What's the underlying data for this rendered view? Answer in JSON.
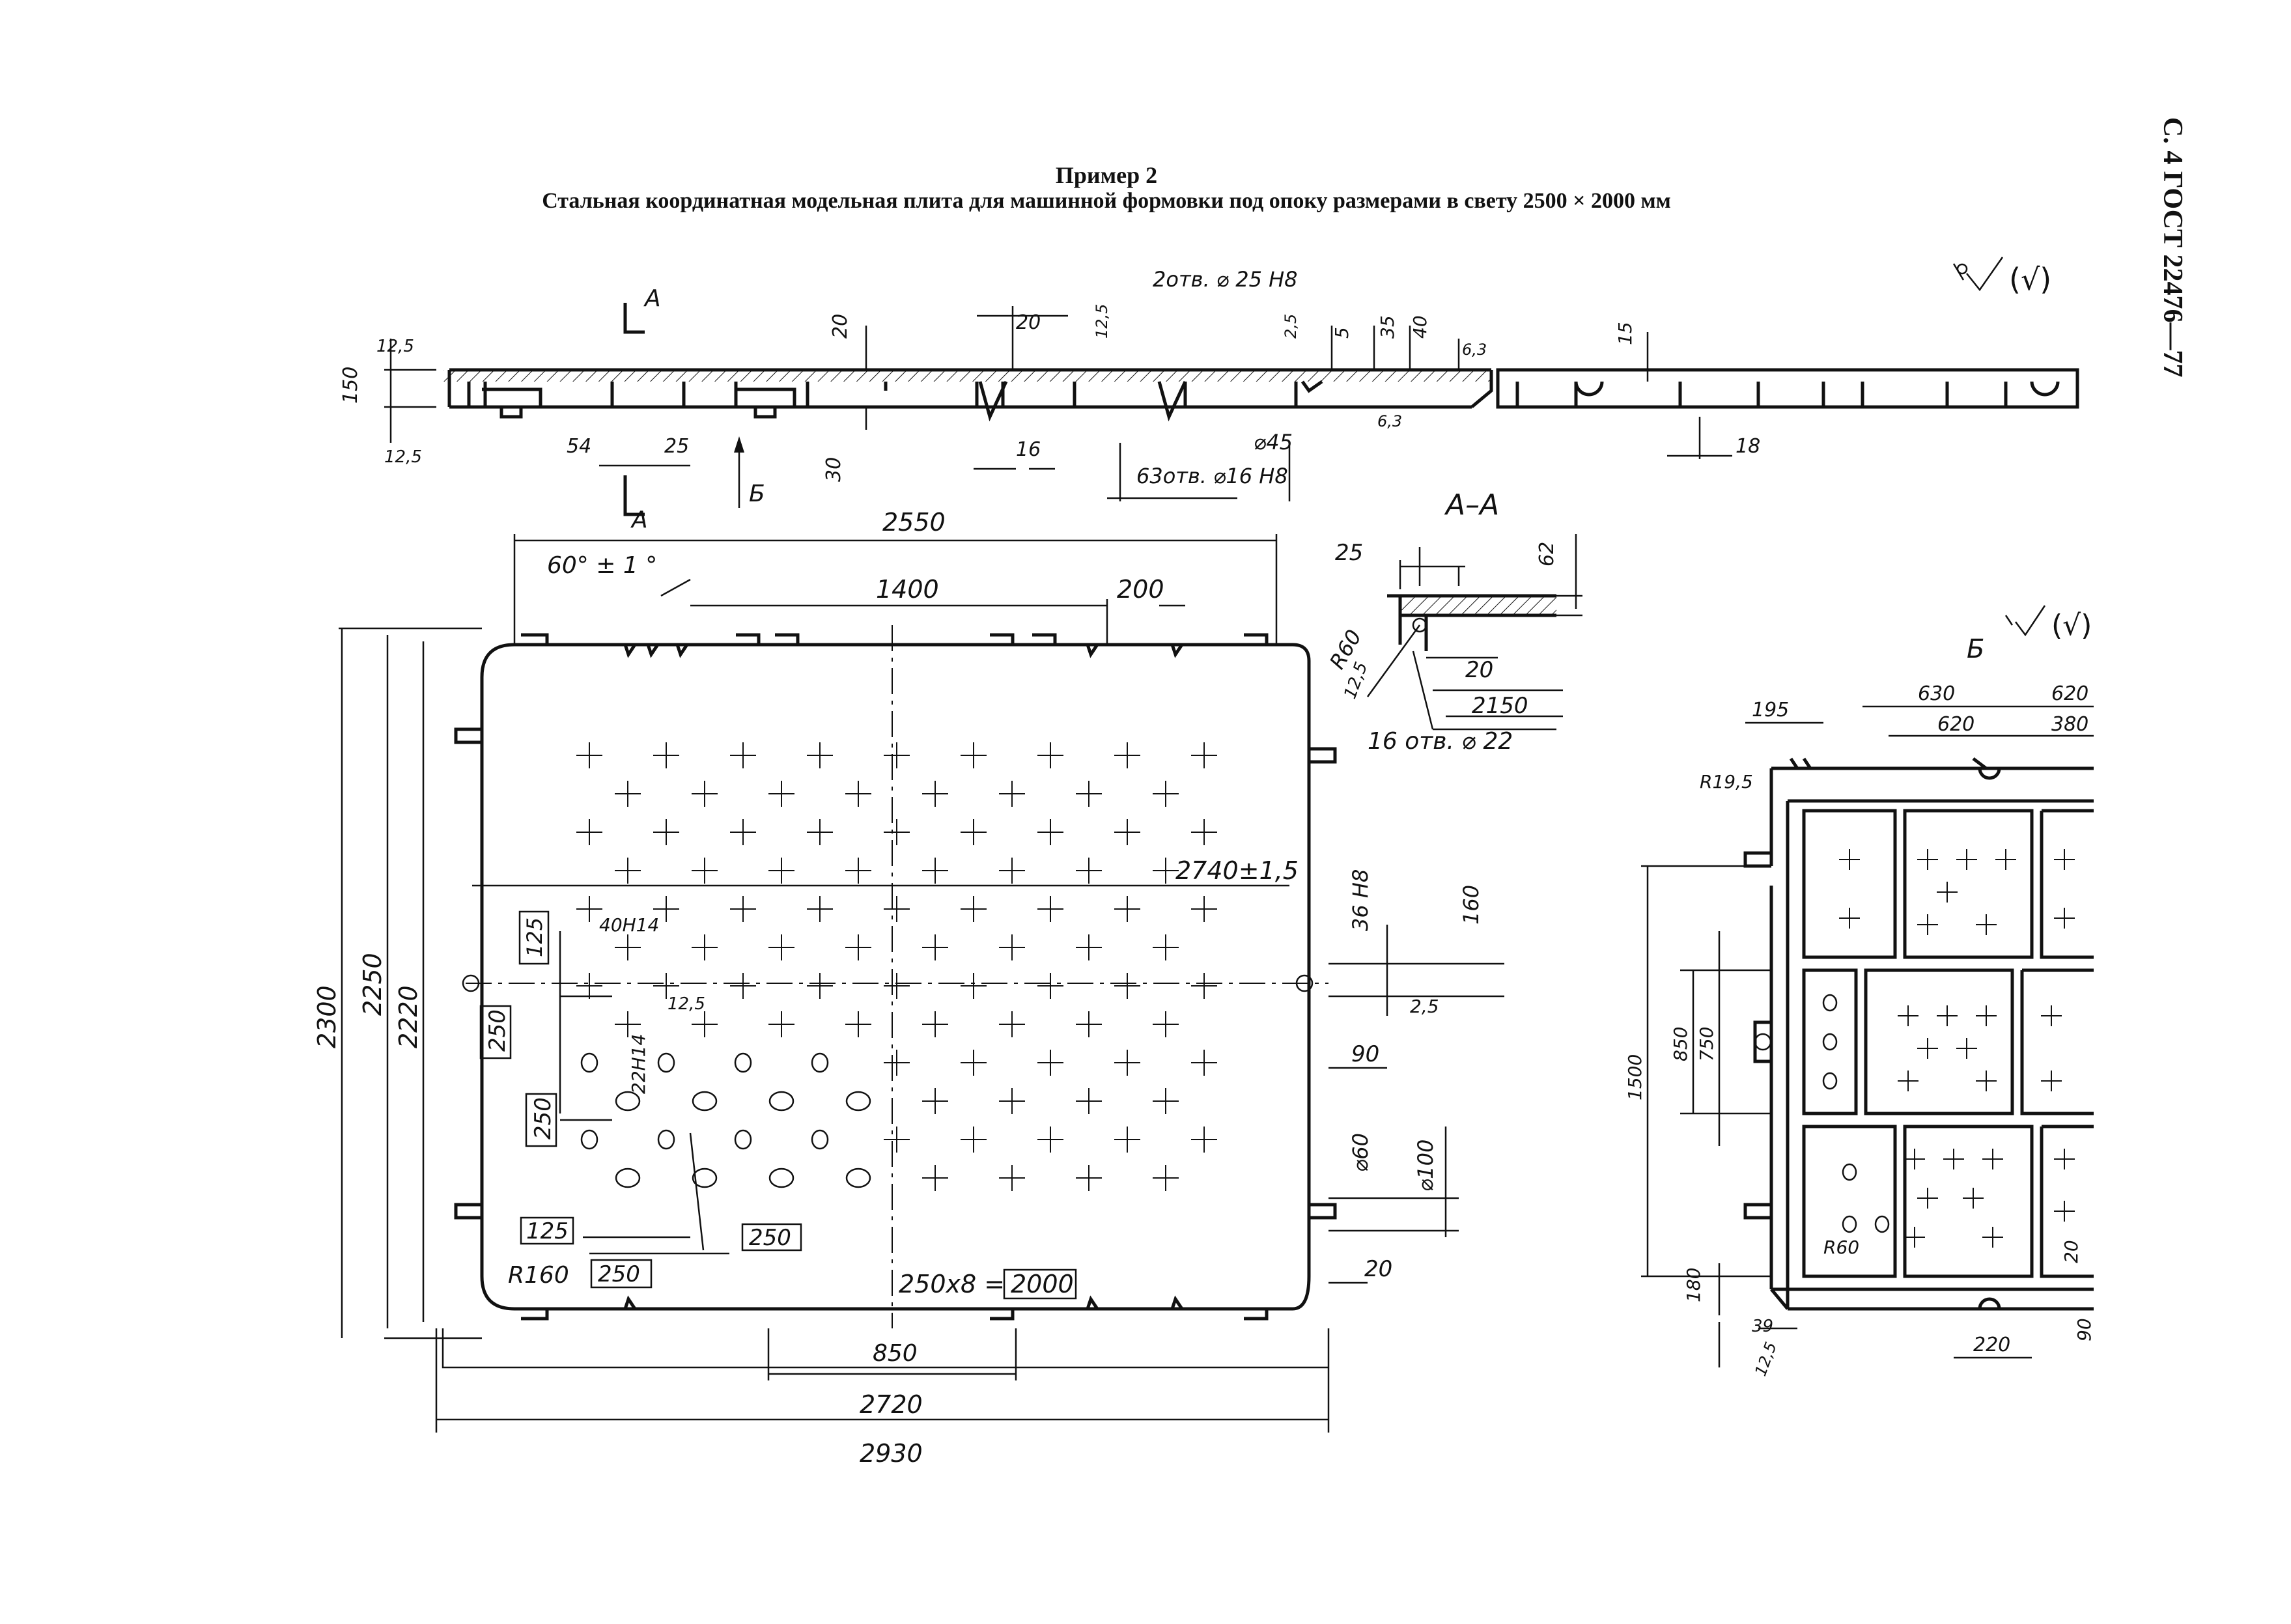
{
  "header": {
    "example": "Пример 2",
    "caption": "Стальная координатная модельная плита для машинной формовки под опоку размерами в свету 2500 × 2000 мм",
    "standard": "С. 4 ГОСТ 22476—77"
  },
  "roughness": {
    "main": "(√)",
    "view_b": "(√)"
  },
  "section_marks": {
    "cut": "А",
    "arrow": "Б",
    "section_title": "А–А",
    "view_title": "Б"
  },
  "profile_dims": {
    "d20a": "20",
    "d20b": "20",
    "d12_5a": "12,5",
    "d2_5": "2,5",
    "d5": "5",
    "d35": "35",
    "d40": "40",
    "d6_3a": "6,3",
    "d6_3b": "6,3",
    "holes25": "2отв. ⌀ 25 Н8",
    "d150": "150",
    "d12_5top": "12,5",
    "d12_5bot": "12,5",
    "d54": "54",
    "d25": "25",
    "d30": "30",
    "d16": "16",
    "d45": "⌀45",
    "holes16": "63отв. ⌀16 Н8",
    "d15": "15",
    "d18": "18"
  },
  "plan_dims": {
    "d2550": "2550",
    "angle": "60° ± 1 °",
    "d1400": "1400",
    "d200": "200",
    "d2740": "2740±1,5",
    "d36h8": "36 Н8",
    "d160": "160",
    "d2_5": "2,5",
    "d90": "90",
    "d60": "⌀60",
    "d100": "⌀100",
    "d20": "20",
    "d125a": "125",
    "d40h14": "40Н14",
    "d12_5": "12,5",
    "d22h14": "22Н14",
    "d250a": "250",
    "d250b": "250",
    "d125b": "125",
    "d250c": "250",
    "d250d": "250",
    "r160": "R160",
    "pitch": "250х8 =",
    "d2000": "2000",
    "d850": "850",
    "d2720": "2720",
    "d2930": "2930",
    "d2300": "2300",
    "d2250": "2250",
    "d2220": "2220"
  },
  "section_dims": {
    "d25": "25",
    "d62": "62",
    "r60": "R60",
    "d12_5": "12,5",
    "d20": "20",
    "d2150": "2150",
    "holes22": "16 отв. ⌀ 22"
  },
  "view_b_dims": {
    "d195": "195",
    "d630": "630",
    "d620a": "620",
    "d620b": "620",
    "d380": "380",
    "r19_5": "R19,5",
    "d1500": "1500",
    "d850": "850",
    "d750": "750",
    "r60": "R60",
    "d180": "180",
    "d39": "39",
    "d12_5": "12,5",
    "d220": "220",
    "d90": "90",
    "d20": "20"
  }
}
